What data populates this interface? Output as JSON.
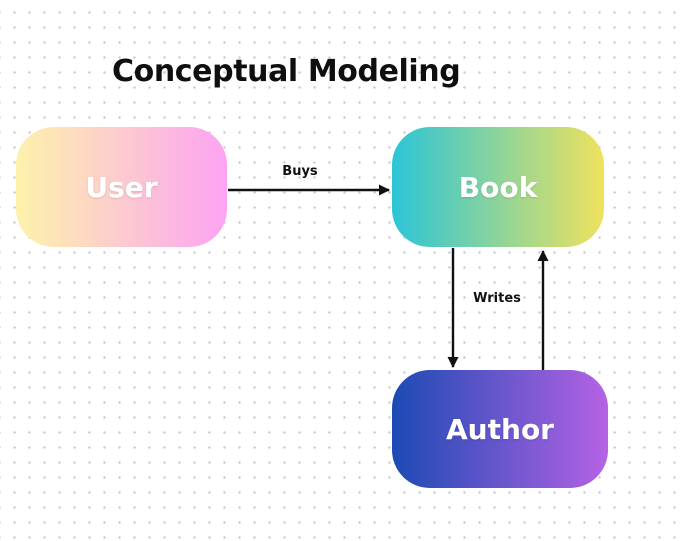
{
  "title": "Conceptual Modeling",
  "colors": {
    "background": "#ffffff",
    "grid_dot": "#c6cad7",
    "arrow": "#111111",
    "title_text": "#0f0f0f",
    "entity_label_text": "#ffffff",
    "relationship_label_text": "#111111"
  },
  "entities": {
    "user": {
      "label": "User",
      "gradient": {
        "from": "#fdf2ab",
        "to": "#fca3f3"
      }
    },
    "book": {
      "label": "Book",
      "gradient": {
        "from": "#2bc5d7",
        "to": "#efe25e"
      }
    },
    "author": {
      "label": "Author",
      "gradient": {
        "from": "#1c4ab4",
        "to": "#b562e4"
      }
    }
  },
  "relationships": {
    "buys": {
      "label": "Buys",
      "from": "User",
      "to": "Book",
      "direction": "one-way"
    },
    "writes": {
      "label": "Writes",
      "from": "Author",
      "to": "Book",
      "direction": "two-way"
    }
  }
}
